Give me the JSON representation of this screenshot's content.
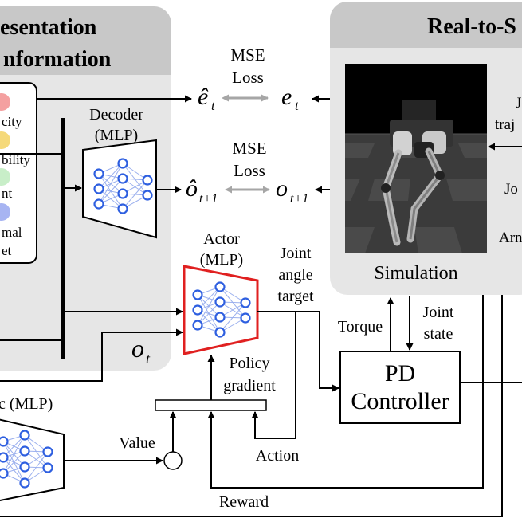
{
  "panels": {
    "left_title_line1": "esentation",
    "left_title_line2": "nformation",
    "right_title": "Real-to-S"
  },
  "info_items": [
    "city",
    "bility",
    "nt",
    "mal",
    "et"
  ],
  "info_dot_colors": [
    "#f4a0a0",
    "#f5d97a",
    "#c8eec8",
    "#a7b4f2"
  ],
  "decoder": {
    "line1": "Decoder",
    "line2": "(MLP)"
  },
  "actor": {
    "line1": "Actor",
    "line2": "(MLP)"
  },
  "critic": {
    "label": "c (MLP)"
  },
  "loss_top": {
    "line1": "MSE",
    "line2": "Loss"
  },
  "loss_mid": {
    "line1": "MSE",
    "line2": "Loss"
  },
  "symbols": {
    "e_hat": "ê",
    "e_sub": "t",
    "e": "e",
    "o_hat": "ô",
    "o_sub_next": "t+1",
    "o": "o",
    "o_t": "o",
    "o_t_sub": "t"
  },
  "joint_angle_target": {
    "line1": "Joint",
    "line2": "angle",
    "line3": "target"
  },
  "policy_gradient": {
    "line1": "Policy",
    "line2": "gradient"
  },
  "simulation_label": "Simulation",
  "right_edge": {
    "line1": "J",
    "line2": "traj",
    "line3": "Jo",
    "line4": "Arn"
  },
  "torque_label": "Torque",
  "joint_state": {
    "line1": "Joint",
    "line2": "state"
  },
  "pd_controller": {
    "line1": "PD",
    "line2": "Controller"
  },
  "value_label": "Value",
  "action_label": "Action",
  "reward_label": "Reward",
  "colors": {
    "panel_fill": "#e6e6e6",
    "panel_header": "#c8c8c8",
    "actor_border": "#e02020",
    "node_fill": "#2e5fe0",
    "arrow_gray": "#a6a6a6"
  }
}
